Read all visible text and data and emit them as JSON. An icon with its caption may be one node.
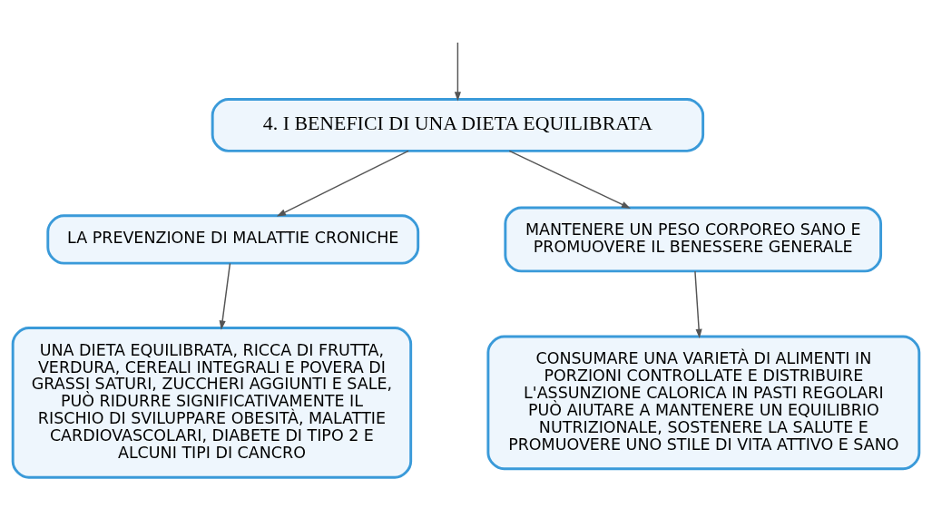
{
  "diagram": {
    "nodes": [
      {
        "text": [
          "4. I BENEFICI DI UNA DIETA EQUILIBRATA"
        ]
      },
      {
        "text": [
          "LA PREVENZIONE DI MALATTIE CRONICHE"
        ]
      },
      {
        "text": [
          "MANTENERE UN PESO CORPOREO SANO E PROMUOVERE IL BENESSERE GENERALE"
        ]
      },
      {
        "text": [
          "UNA DIETA EQUILIBRATA, RICCA DI FRUTTA, VERDURA, CEREALI INTEGRALI E POVERA DI GRASSI SATURI, ZUCCHERI AGGIUNTI E SALE, PUÒ RIDURRE SIGNIFICATIVAMENTE IL RISCHIO DI SVILUPPARE OBESITÀ, MALATTIE CARDIOVASCOLARI, DIABETE DI TIPO 2 E ALCUNI TIPI DI CANCRO"
        ]
      },
      {
        "text": [
          "CONSUMARE UNA VARIETÀ DI ALIMENTI IN PORZIONI CONTROLLATE E DISTRIBUIRE L'ASSUNZIONE CALORICA IN PASTI REGOLARI PUÒ AIUTARE A MANTENERE UN EQUILIBRIO NUTRIZIONALE, SOSTENERE LA SALUTE E PROMUOVERE UNO STILE DI VITA ATTIVO E SANO"
        ]
      }
    ],
    "edges": [
      {
        "from": null,
        "to": 0,
        "arrow": "to"
      },
      {
        "from": 0,
        "to": 1,
        "arrow": "to"
      },
      {
        "from": 0,
        "to": 2,
        "arrow": "to"
      },
      {
        "from": 1,
        "to": 3,
        "arrow": "to"
      },
      {
        "from": 2,
        "to": 4,
        "arrow": "to"
      }
    ]
  }
}
